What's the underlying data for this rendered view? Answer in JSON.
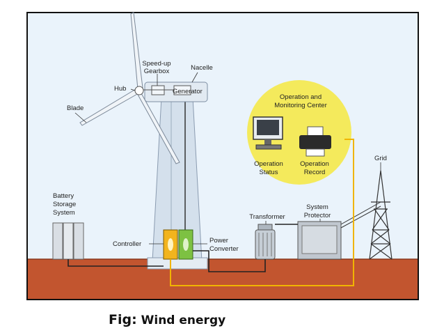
{
  "diagram": {
    "labels": {
      "speed_up_gearbox_l1": "Speed-up",
      "speed_up_gearbox_l2": "Gearbox",
      "nacelle": "Nacelle",
      "hub": "Hub",
      "generator": "Generator",
      "blade": "Blade",
      "operation_center_l1": "Operation and",
      "operation_center_l2": "Monitoring Center",
      "operation_status_l1": "Operation",
      "operation_status_l2": "Status",
      "operation_record_l1": "Operation",
      "operation_record_l2": "Record",
      "grid": "Grid",
      "battery_l1": "Battery",
      "battery_l2": "Storage",
      "battery_l3": "System",
      "system_protector_l1": "System",
      "system_protector_l2": "Protector",
      "transformer": "Transformer",
      "controller": "Controller",
      "power_converter_l1": "Power",
      "power_converter_l2": "Converter"
    },
    "colors": {
      "sky": "#eaf3fb",
      "ground": "#c2552f",
      "tower": "#d4e0ec",
      "center_circle": "#f4ea5c",
      "controller": "#f2b41e",
      "converter": "#7dc142",
      "signal_wire": "#f0b400"
    }
  },
  "caption": {
    "prefix": "Fig:",
    "text": "Wind energy"
  }
}
